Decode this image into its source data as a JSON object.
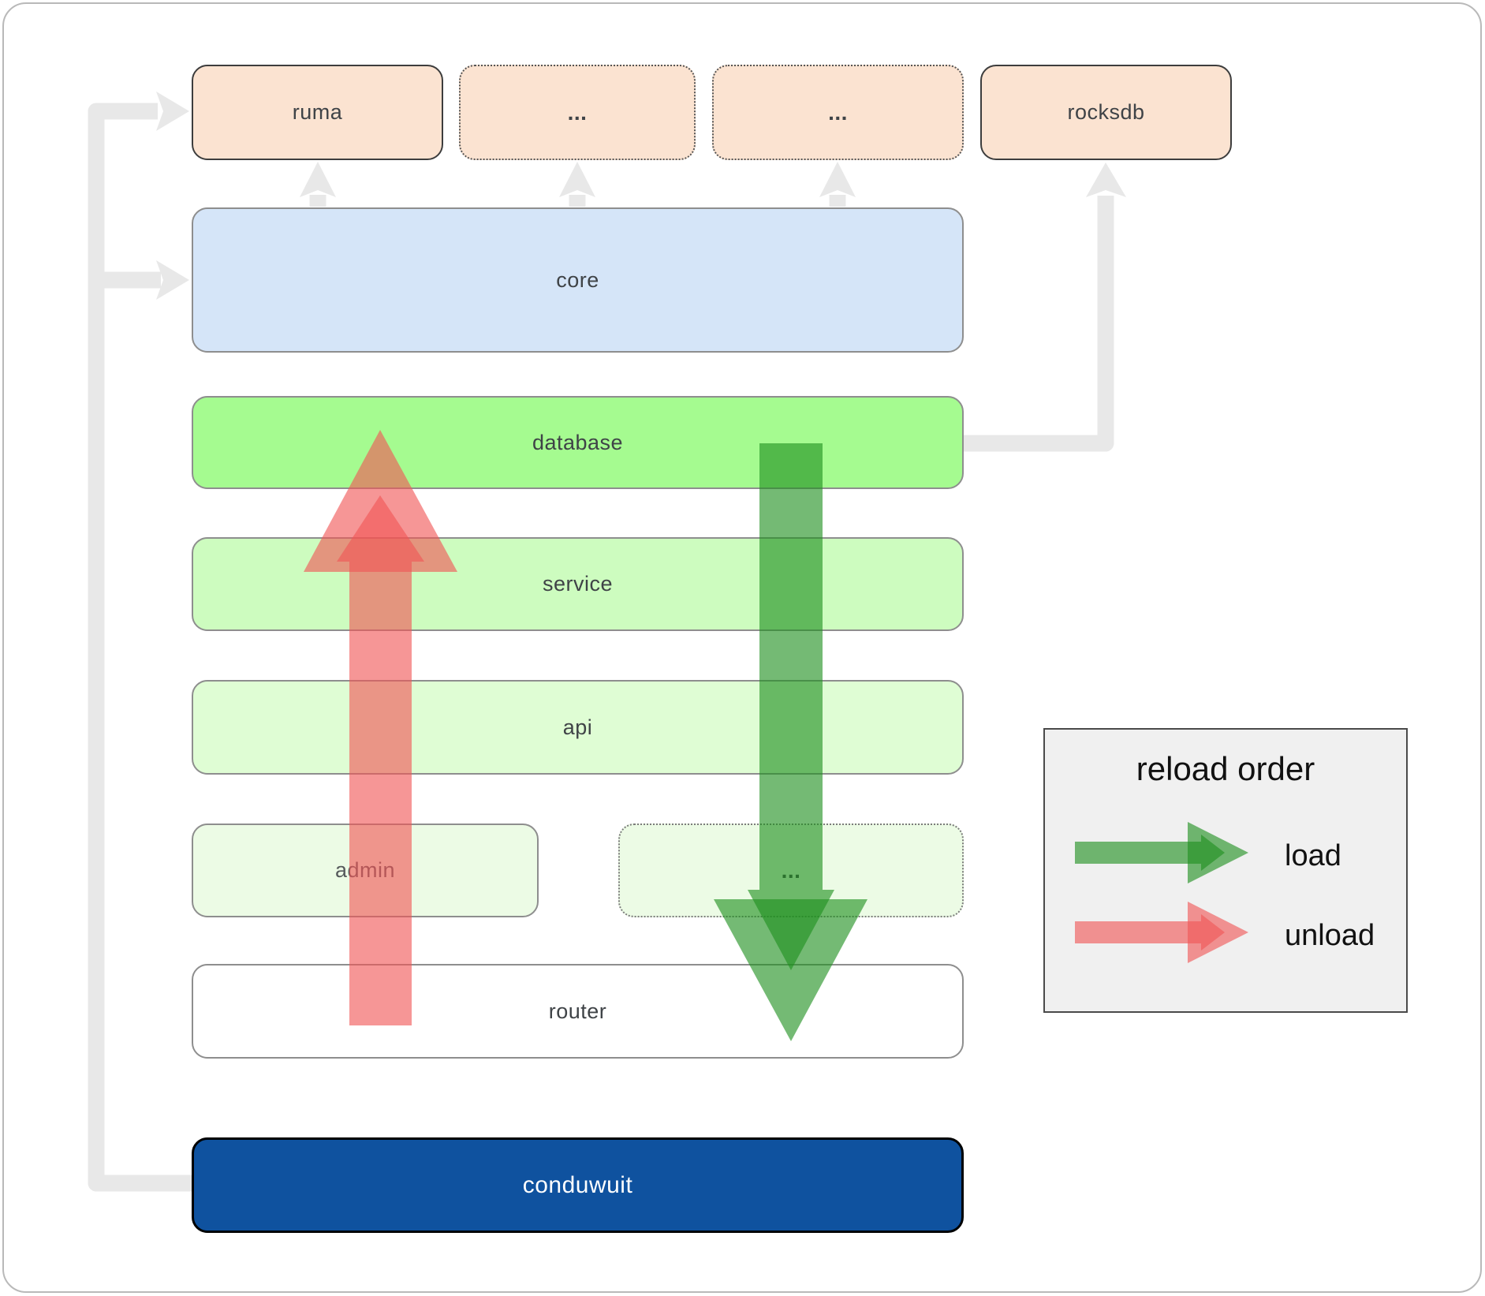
{
  "diagram": {
    "top_row": {
      "ruma": "ruma",
      "ellipsis_a": "...",
      "ellipsis_b": "...",
      "rocksdb": "rocksdb"
    },
    "layers": {
      "core": "core",
      "database": "database",
      "service": "service",
      "api": "api",
      "admin": "admin",
      "ellipsis_c": "...",
      "router": "router",
      "conduwuit": "conduwuit"
    }
  },
  "legend": {
    "title": "reload order",
    "load_label": "load",
    "unload_label": "unload"
  },
  "colors": {
    "peach_box": "#fbe3d1",
    "core_blue": "#d5e5f8",
    "database_green": "#a5fb90",
    "service_green": "#cdfcbf",
    "api_green": "#dffdd4",
    "faint_green": "#ecfbe5",
    "router_white": "#ffffff",
    "conduwuit_blue": "#0f529f",
    "load_arrow_green": "#1f8f1f",
    "unload_arrow_red": "#f05555",
    "connector_gray": "#e8e8e8",
    "legend_background": "#f0f0f0"
  },
  "icons": {
    "load_arrow": "down-arrow",
    "unload_arrow": "up-arrow",
    "connectors": "elbow-arrows"
  }
}
